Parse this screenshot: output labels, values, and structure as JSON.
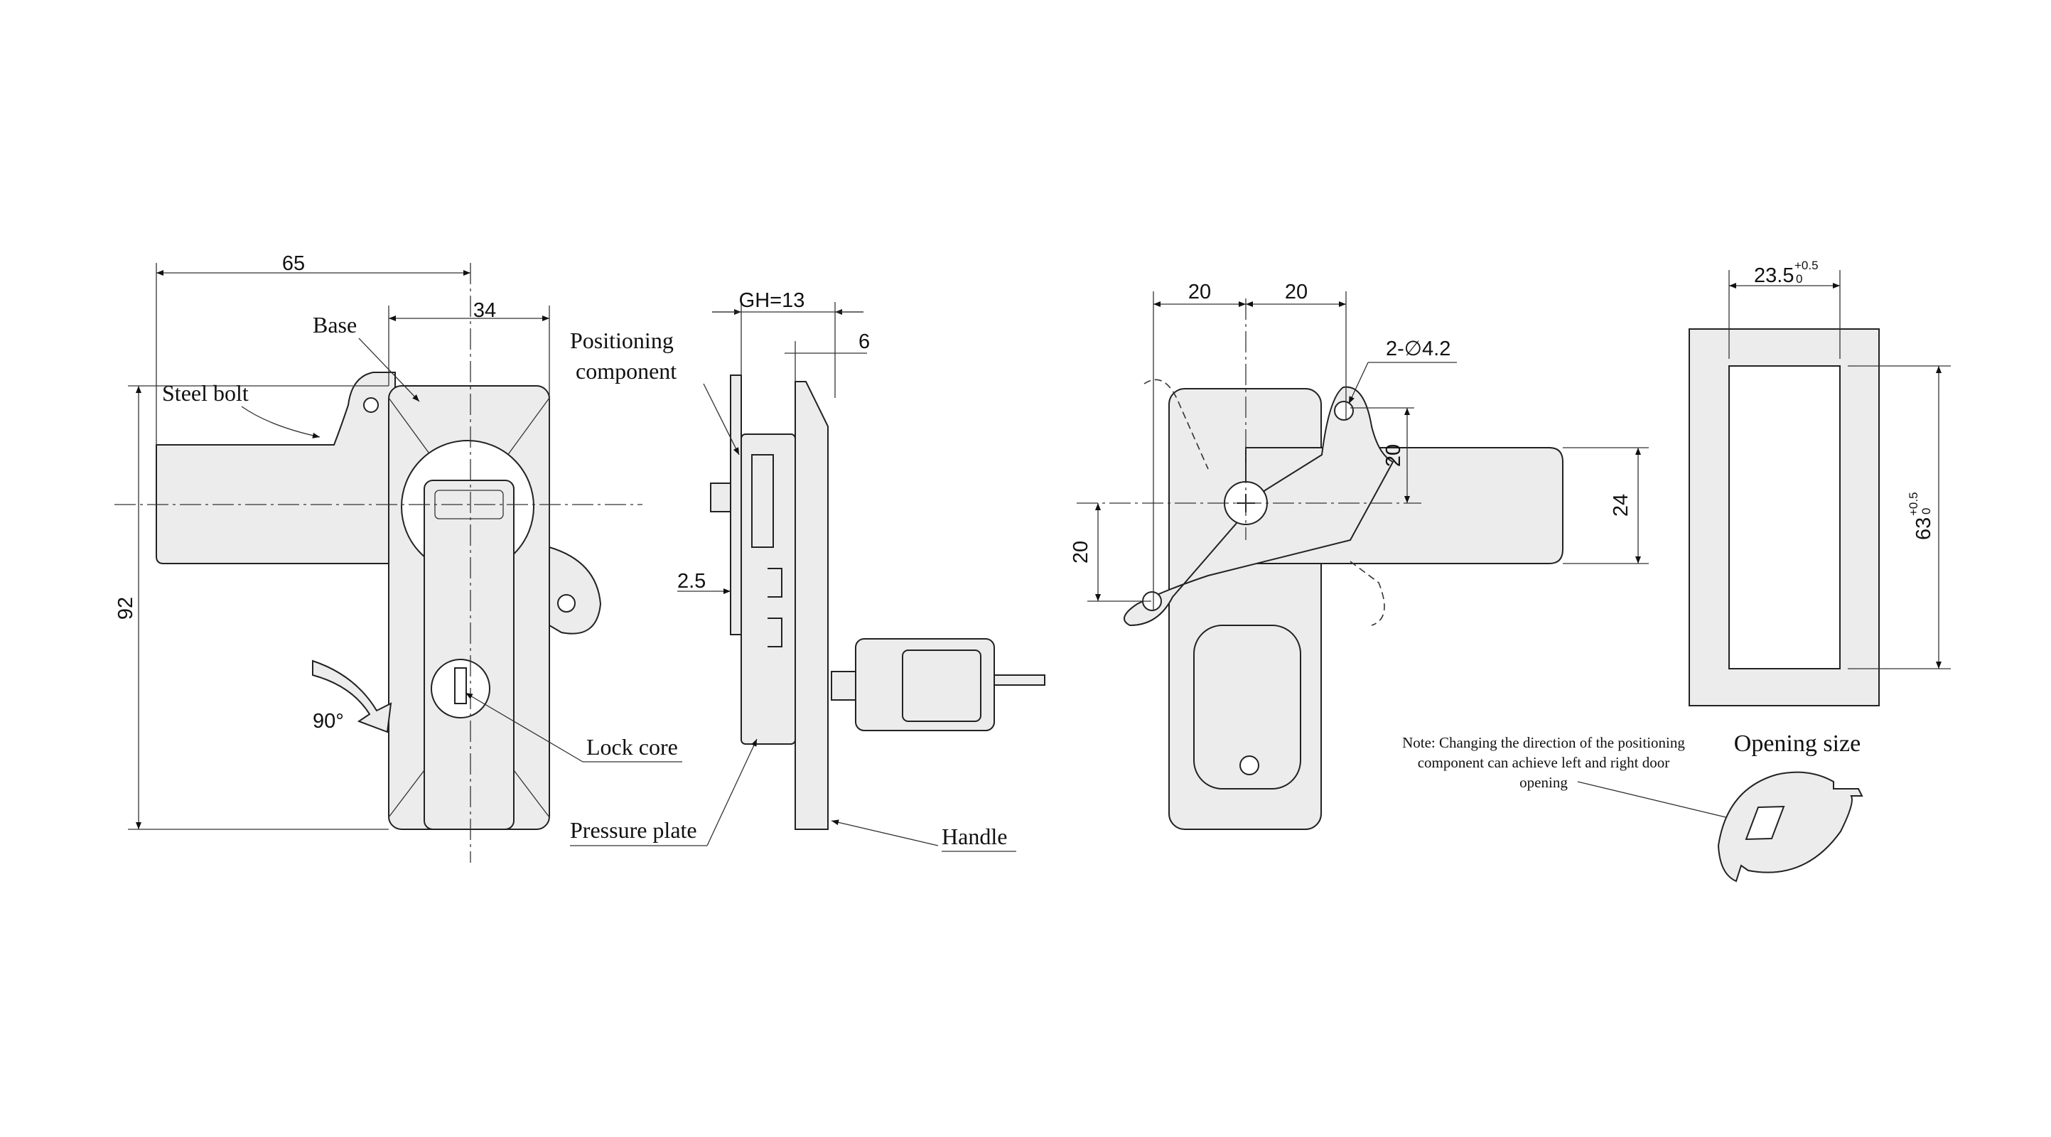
{
  "labels": {
    "base": "Base",
    "steel_bolt": "Steel bolt",
    "positioning_component_1": "Positioning",
    "positioning_component_2": "component",
    "lock_core": "Lock core",
    "pressure_plate": "Pressure plate",
    "handle": "Handle",
    "rotation": "90°",
    "opening_size": "Opening size"
  },
  "note": {
    "line1": "Note: Changing the direction of the positioning",
    "line2": "component can achieve left and right door",
    "line3": "opening"
  },
  "dimensions": {
    "front_width": "65",
    "base_width": "34",
    "height": "92",
    "gh": "GH=13",
    "handle_depth": "6",
    "plate_thickness": "2.5",
    "hole_spacing_left": "20",
    "hole_spacing_right": "20",
    "hole_spec": "2-∅4.2",
    "hole_offset_vertical": "20",
    "bolt_width": "24",
    "hole_offset_left": "20",
    "opening_width": "23.5",
    "opening_width_tol_upper": "+0.5",
    "opening_width_tol_lower": "0",
    "opening_height": "63",
    "opening_height_tol_upper": "+0.5",
    "opening_height_tol_lower": "0"
  }
}
